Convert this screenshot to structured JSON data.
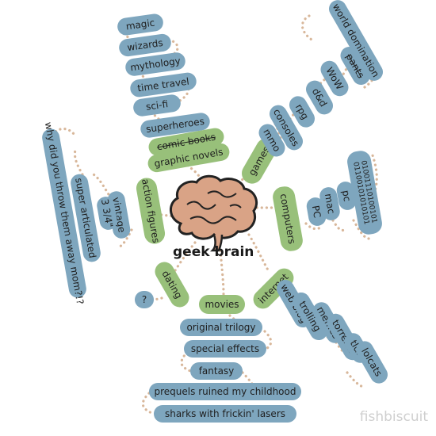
{
  "center_label": "geek brain",
  "watermark": "fishbiscuit",
  "colors": {
    "topic": "#98c07a",
    "leaf": "#7ea6be",
    "connector": "#d8b79a",
    "brain": "#d9a386",
    "brain_outline": "#222222"
  },
  "topics": {
    "comic_books": "comic books",
    "graphic_novels": "graphic novels",
    "games": "games",
    "computers": "computers",
    "internet": "internet",
    "movies": "movies",
    "dating": "dating",
    "action_figures": "action figures"
  },
  "graphic_novels_leaves": [
    "superheroes",
    "sci-fi",
    "time travel",
    "mythology",
    "wizards",
    "magic"
  ],
  "games_leaves": [
    "mmo",
    "consoles",
    "rpg",
    "d&d",
    "WoW",
    "pants",
    "world domination"
  ],
  "computers_leaves": [
    "PC",
    "mac",
    "pc",
    "01001110100101 01100101010101"
  ],
  "internet_leaves": [
    "web blog",
    "trolling",
    "memes",
    "torrents",
    "tldr",
    "lolcats"
  ],
  "movies_leaves": [
    "original trilogy",
    "special effects",
    "fantasy",
    "prequels ruined my childhood",
    "sharks with frickin' lasers"
  ],
  "dating_leaves": [
    "?"
  ],
  "action_figures_leaves": [
    "vintage",
    "3 3/4\"",
    "super articulated",
    "why did you throw them away mom?!?"
  ]
}
